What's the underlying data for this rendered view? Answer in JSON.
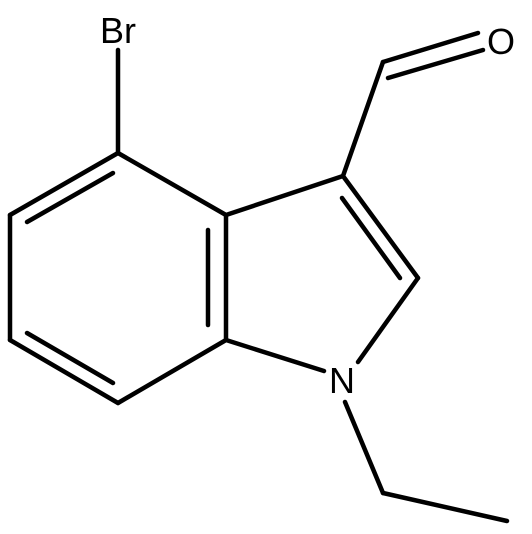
{
  "molecule": {
    "atoms": [
      {
        "id": "Br",
        "label": "Br"
      },
      {
        "id": "O",
        "label": "O"
      },
      {
        "id": "N",
        "label": "N"
      }
    ]
  },
  "colors": {
    "bond": "#000000",
    "text": "#000000",
    "background": "#ffffff"
  }
}
